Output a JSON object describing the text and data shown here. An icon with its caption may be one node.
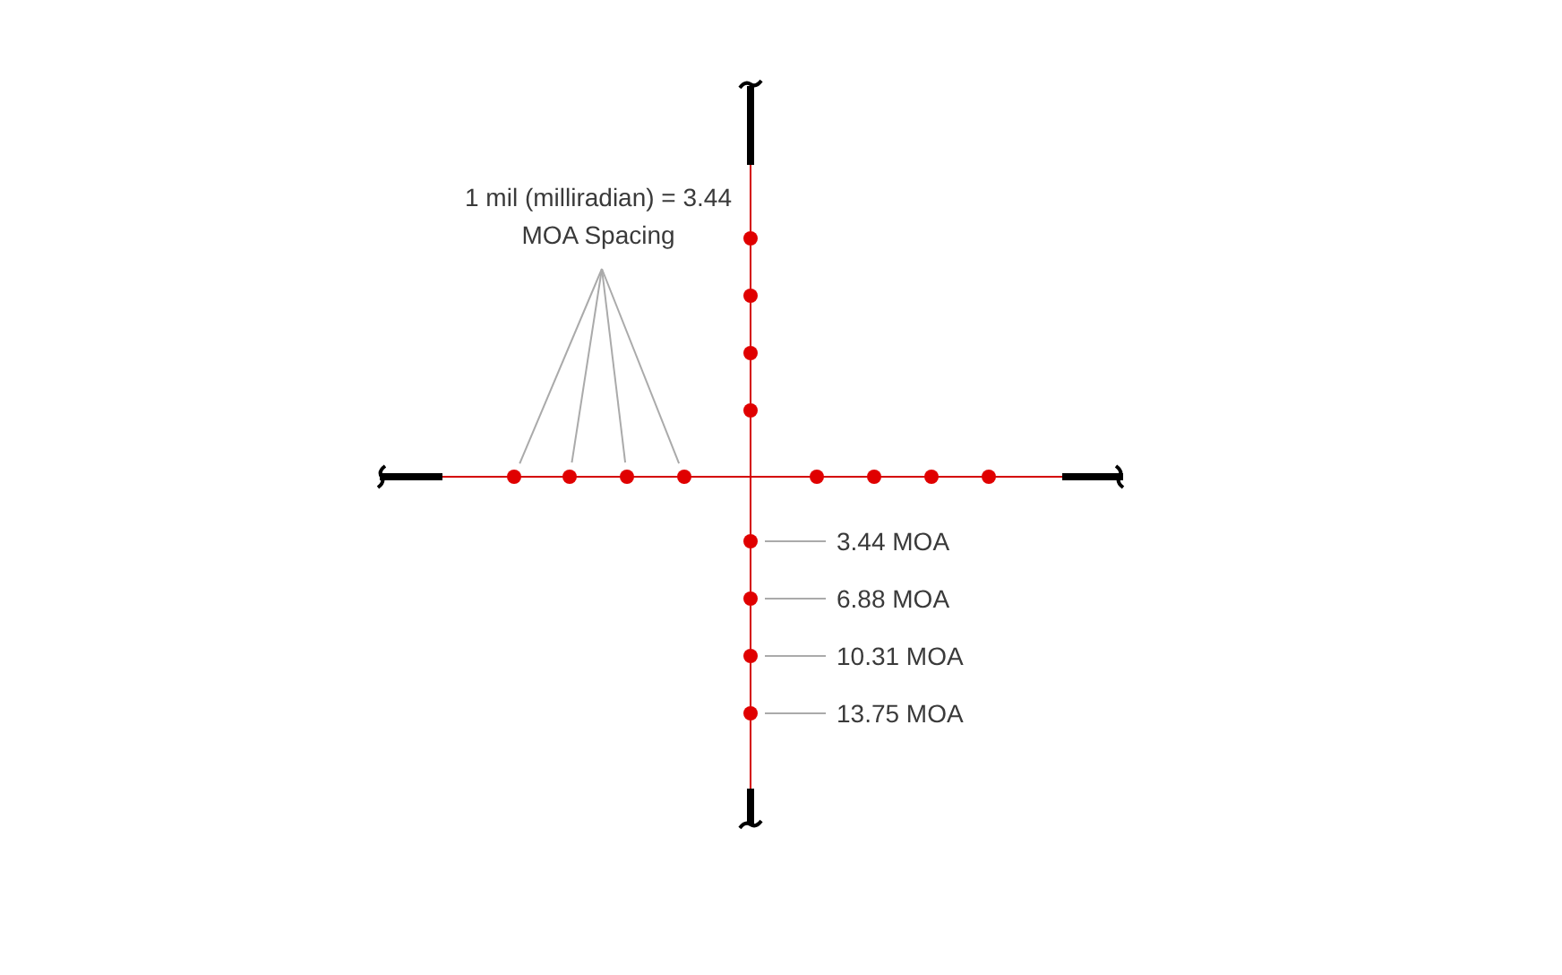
{
  "diagram": {
    "nodes": [
      {
        "text": [
          "1 mil (milliradian) = 3.44 MOA Spacing"
        ]
      },
      {
        "text": [],
        "shape": "circle"
      },
      {
        "text": [],
        "shape": "circle"
      },
      {
        "text": [],
        "shape": "circle"
      },
      {
        "text": [],
        "shape": "circle"
      },
      {
        "text": [],
        "shape": "circle"
      },
      {
        "text": [],
        "shape": "circle"
      },
      {
        "text": [],
        "shape": "circle"
      },
      {
        "text": [],
        "shape": "circle"
      },
      {
        "text": [
          "3.44 MOA"
        ]
      },
      {
        "text": [
          "6.88 MOA"
        ]
      },
      {
        "text": [
          "10.31 MOA"
        ]
      },
      {
        "text": [
          "13.75 MOA"
        ]
      }
    ],
    "edges": [
      {
        "from": 0,
        "to": 1,
        "arrow": "none"
      },
      {
        "from": 0,
        "to": 2,
        "arrow": "none"
      },
      {
        "from": 0,
        "to": 3,
        "arrow": "none"
      },
      {
        "from": 0,
        "to": 4,
        "arrow": "none"
      },
      {
        "from": 9,
        "to": 5,
        "arrow": "none"
      },
      {
        "from": 10,
        "to": 6,
        "arrow": "none"
      },
      {
        "from": 11,
        "to": 7,
        "arrow": "none"
      },
      {
        "from": 12,
        "to": 8,
        "arrow": "none"
      }
    ]
  }
}
